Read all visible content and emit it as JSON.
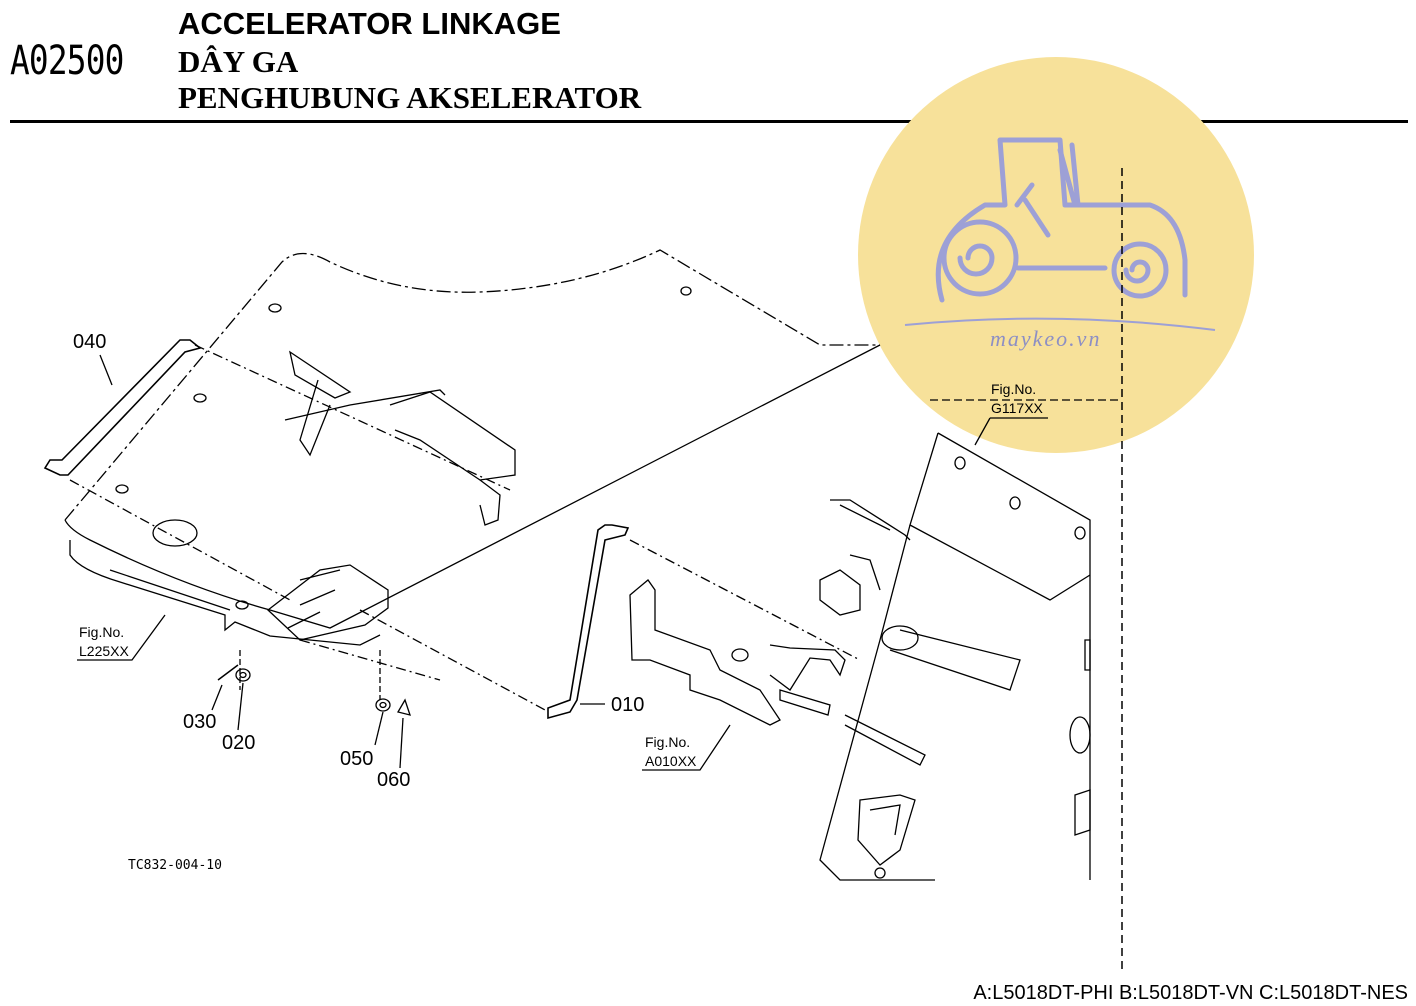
{
  "header": {
    "code": "A02500",
    "title_en": "ACCELERATOR LINKAGE",
    "title_vi": "DÂY GA",
    "title_id": "PENGHUBUNG AKSELERATOR"
  },
  "callouts": [
    "040",
    "010",
    "030",
    "020",
    "050",
    "060"
  ],
  "fig_refs": [
    {
      "label": "Fig.No.",
      "code": "L225XX"
    },
    {
      "label": "Fig.No.",
      "code": "A010XX"
    },
    {
      "label": "Fig.No.",
      "code": "G117XX"
    }
  ],
  "drawing_ref": "TC832-004-10",
  "watermark": {
    "text": "maykeo.vn",
    "circle_color": "#f7e19a",
    "tractor_color": "#9da0d6"
  },
  "footer": "A:L5018DT-PHI B:L5018DT-VN C:L5018DT-NES"
}
